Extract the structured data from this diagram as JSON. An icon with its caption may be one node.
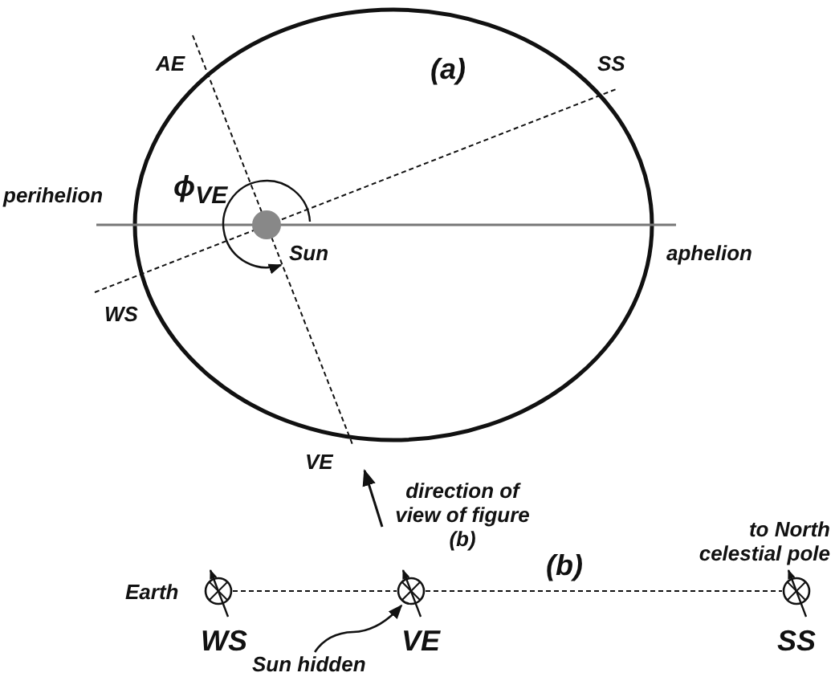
{
  "diagram": {
    "nodes": [
      {
        "text": [],
        "shape": "circle",
        "beside": [
          "Earth",
          "WS"
        ]
      },
      {
        "text": [],
        "shape": "circle",
        "beside": [
          "VE"
        ]
      },
      {
        "text": [],
        "shape": "circle",
        "beside": [
          "to North celestial pole",
          "SS"
        ]
      },
      {
        "text": [
          "Sun hidden"
        ]
      }
    ],
    "edges": [
      {
        "from": 3,
        "to": 1,
        "arrow": "to"
      },
      {
        "from": 0,
        "to": 1,
        "arrow": "none",
        "style": "dashed"
      },
      {
        "from": 1,
        "to": 2,
        "arrow": "none",
        "style": "dashed"
      }
    ],
    "labels": [
      "(a)",
      "AE",
      "SS",
      "ϕ$_{VE}$",
      "perihelion",
      "Sun",
      "aphelion",
      "WS",
      "VE",
      "direction of view of figure (b)",
      "(b)"
    ]
  }
}
